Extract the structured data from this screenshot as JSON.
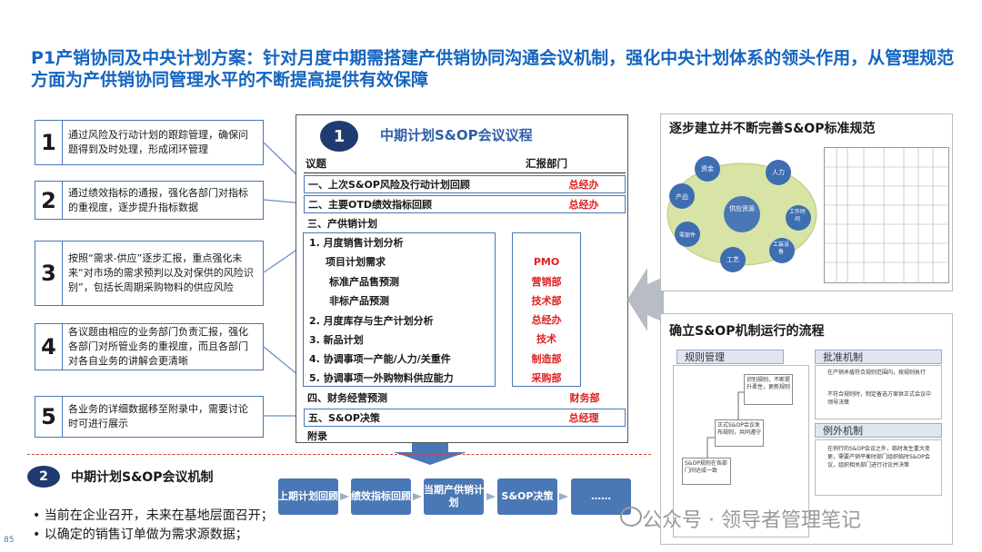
{
  "title": "P1产销协同及中央计划方案：针对月度中期需搭建产供销协同沟通会议机制，强化中央计划体系的领头作用，从管理规范方面为产供销协同管理水平的不断提高提供有效保障",
  "left_cards": [
    {
      "num": "1",
      "text": "通过风险及行动计划的跟踪管理，确保问题得到及时处理，形成闭环管理"
    },
    {
      "num": "2",
      "text": "通过绩效指标的通报，强化各部门对指标的重视度，逐步提升指标数据"
    },
    {
      "num": "3",
      "text": "按照“需求-供应”逐步汇报，重点强化未来“对市场的需求预判以及对保供的风险识别”，包括长周期采购物料的供应风险"
    },
    {
      "num": "4",
      "text": "各议题由相应的业务部门负责汇报，强化各部门对所管业务的重视度，而且各部门对各自业务的讲解会更清晰"
    },
    {
      "num": "5",
      "text": "各业务的详细数据移至附录中，需要讨论时可进行展示"
    }
  ],
  "agenda": {
    "badge": "1",
    "title": "中期计划S&OP会议议程",
    "col_topic": "议题",
    "col_dept": "汇报部门",
    "rows": [
      {
        "topic": "一、上次S&OP风险及行动计划回顾",
        "dept": "总经办"
      },
      {
        "topic": "二、主要OTD绩效指标回顾",
        "dept": "总经办"
      },
      {
        "topic": "三、产供销计划",
        "dept": ""
      }
    ],
    "sub_items": [
      {
        "text": "1.   月度销售计划分析",
        "dept": ""
      },
      {
        "text": "项目计划需求",
        "dept": "PMO"
      },
      {
        "text": "标准产品售预测",
        "dept": "营销部"
      },
      {
        "text": "非标产品预测",
        "dept": "技术部"
      },
      {
        "text": "2.   月度库存与生产计划分析",
        "dept": "总经办"
      },
      {
        "text": "3.   新品计划",
        "dept": "技术"
      },
      {
        "text": "4.   协调事项一产能/人力/关重件",
        "dept": "制造部"
      },
      {
        "text": "5.   协调事项一外购物料供应能力",
        "dept": "采购部"
      }
    ],
    "tail_rows": [
      {
        "topic": "四、财务经营预测",
        "dept": "财务部"
      },
      {
        "topic": "五、S&OP决策",
        "dept": "总经理"
      },
      {
        "topic": "附录",
        "dept": ""
      }
    ]
  },
  "section2": {
    "badge": "2",
    "title": "中期计划S&OP会议机制",
    "bullets": [
      "当前在企业召开，未来在基地层面召开；",
      "以确定的销售订单做为需求源数据；"
    ]
  },
  "steps": [
    "上期计划回顾",
    "绩效指标回顾",
    "当期产供销计划",
    "S&OP决策",
    "……"
  ],
  "right_top": {
    "title": "逐步建立并不断完善S&OP标准规范",
    "hub": "供应资源",
    "nodes": [
      "资金",
      "人力",
      "工作时间",
      "工装设备",
      "工艺",
      "零部件",
      "产品"
    ]
  },
  "right_bottom": {
    "title": "确立S&OP机制运行的流程",
    "tags": [
      "规则管理",
      "批准机制",
      "例外机制"
    ],
    "flow_boxes": [
      "识别规则，不断提升柔性，更新规则",
      "正式S&OP会议发布规则，共同遵守",
      "S&OP规则在各部门间达成一致"
    ],
    "approval_notes": [
      "在产销矛盾符合规则范围内，按规则执行",
      "不符合规则时，制定备选方案供正式会议中领导决策"
    ],
    "exception_notes": [
      "在例行的S&OP会议之外，临时发生重大变更，需要产销平衡时部门组织临时S&OP会议，组织相关部门进行讨论并决策"
    ]
  },
  "watermark": "公众号 · 领导者管理笔记",
  "page_number": "85",
  "colors": {
    "title": "#1565c0",
    "accent": "#4a77b5",
    "dept_red": "#e02020",
    "badge": "#1f3b6f"
  }
}
